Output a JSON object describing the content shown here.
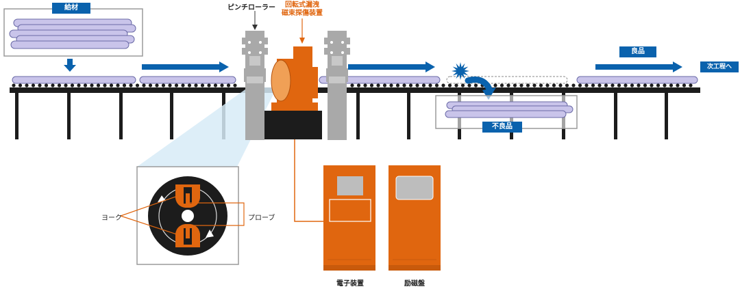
{
  "labels": {
    "feed": "給材",
    "pinch_roller": "ピンチローラー",
    "device_line1": "回転式漏洩",
    "device_line2": "磁束探傷装置",
    "good": "良品",
    "next_process": "次工程へ",
    "defective": "不良品",
    "yoke": "ヨーク",
    "probe": "プローブ",
    "electronics": "電子装置",
    "magnetizer": "励磁盤"
  },
  "colors": {
    "blue": "#0a62ad",
    "orange": "#e0660f",
    "pipe": "#c9c4ea",
    "frame": "#1c1c1c",
    "machine_gray": "#a9a9a9"
  }
}
